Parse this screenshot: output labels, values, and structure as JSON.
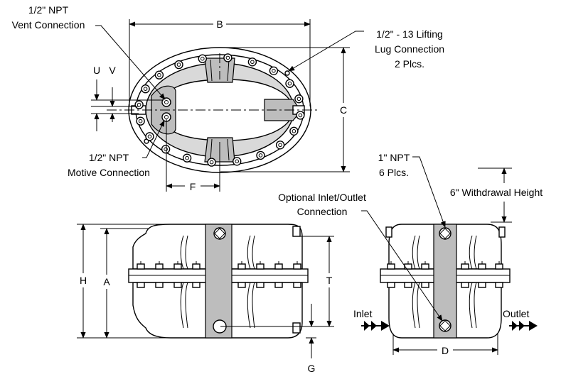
{
  "top_view": {
    "vent_label_1": "1/2\" NPT",
    "vent_label_2": "Vent Connection",
    "lifting_label_1": "1/2\" - 13 Lifting",
    "lifting_label_2": "Lug Connection",
    "lifting_label_3": "2 Plcs.",
    "motive_label_1": "1/2\" NPT",
    "motive_label_2": "Motive Connection",
    "dim_B": "B",
    "dim_C": "C",
    "dim_U": "U",
    "dim_V": "V",
    "dim_F": "F"
  },
  "front_view": {
    "dim_H": "H",
    "dim_A": "A",
    "dim_T": "T",
    "dim_G": "G",
    "optional_label_1": "Optional Inlet/Outlet",
    "optional_label_2": "Connection"
  },
  "side_view": {
    "npt_label_1": "1\" NPT",
    "npt_label_2": "6 Plcs.",
    "withdrawal_label": "6\" Withdrawal Height",
    "inlet_label": "Inlet",
    "outlet_label": "Outlet",
    "dim_D": "D"
  }
}
